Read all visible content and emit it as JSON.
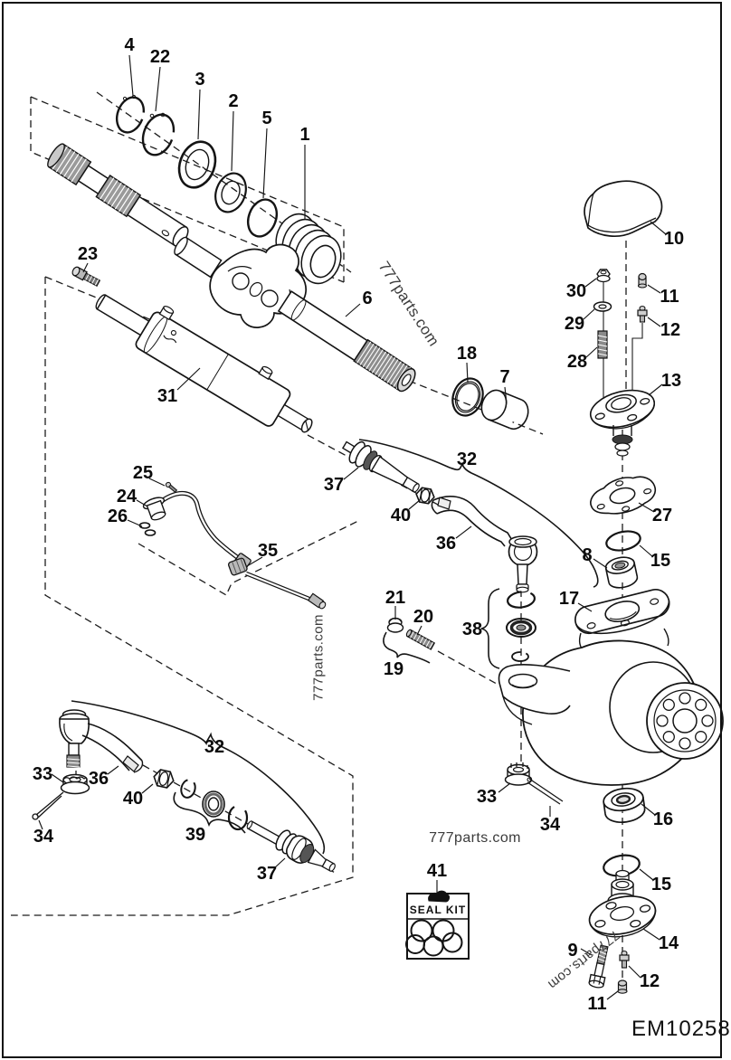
{
  "diagram": {
    "code": "EM10258",
    "watermark": "777parts.com",
    "seal_kit_label": "SEAL KIT"
  },
  "colors": {
    "line": "#141414",
    "background": "#ffffff",
    "watermark": "#3b3b3b"
  },
  "callouts": [
    {
      "part": "4"
    },
    {
      "part": "22"
    },
    {
      "part": "3"
    },
    {
      "part": "2"
    },
    {
      "part": "5"
    },
    {
      "part": "1"
    },
    {
      "part": "23"
    },
    {
      "part": "6"
    },
    {
      "part": "31"
    },
    {
      "part": "18"
    },
    {
      "part": "7"
    },
    {
      "part": "37"
    },
    {
      "part": "40"
    },
    {
      "part": "32"
    },
    {
      "part": "36"
    },
    {
      "part": "25"
    },
    {
      "part": "24"
    },
    {
      "part": "26"
    },
    {
      "part": "35"
    },
    {
      "part": "21"
    },
    {
      "part": "20"
    },
    {
      "part": "19"
    },
    {
      "part": "38"
    },
    {
      "part": "8"
    },
    {
      "part": "17"
    },
    {
      "part": "27"
    },
    {
      "part": "15"
    },
    {
      "part": "10"
    },
    {
      "part": "30"
    },
    {
      "part": "11"
    },
    {
      "part": "29"
    },
    {
      "part": "12"
    },
    {
      "part": "28"
    },
    {
      "part": "13"
    },
    {
      "part": "33"
    },
    {
      "part": "34"
    },
    {
      "part": "16"
    },
    {
      "part": "15"
    },
    {
      "part": "14"
    },
    {
      "part": "9"
    },
    {
      "part": "12"
    },
    {
      "part": "11"
    },
    {
      "part": "33"
    },
    {
      "part": "34"
    },
    {
      "part": "36"
    },
    {
      "part": "40"
    },
    {
      "part": "32"
    },
    {
      "part": "39"
    },
    {
      "part": "37"
    },
    {
      "part": "41"
    }
  ]
}
